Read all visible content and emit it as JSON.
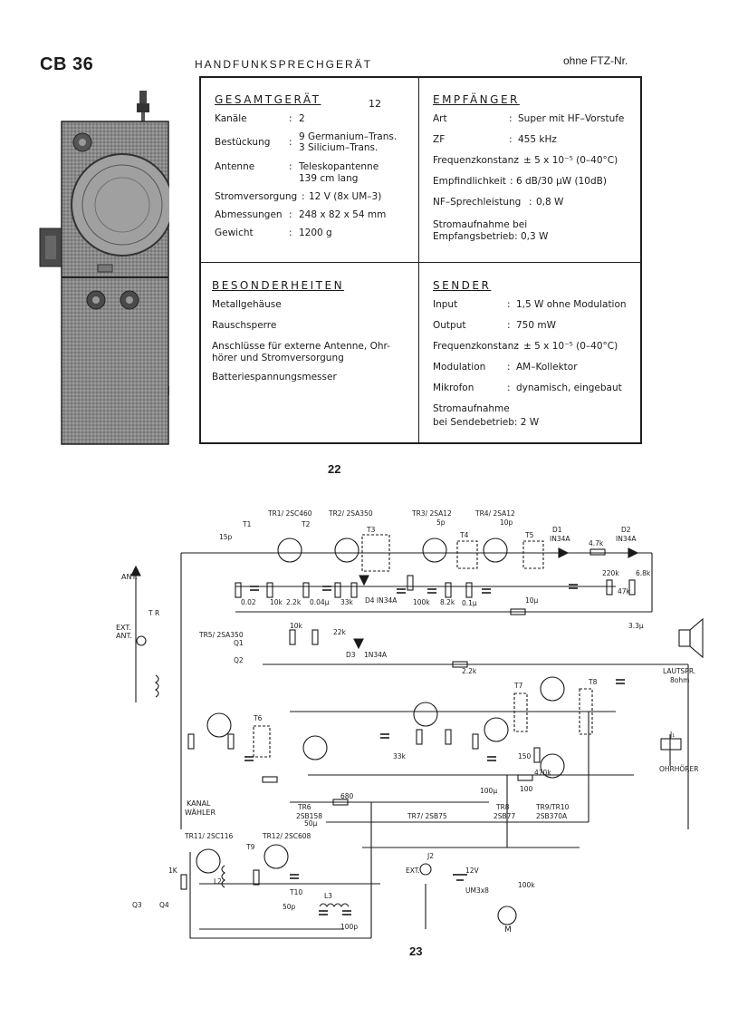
{
  "header": {
    "model": "CB 36",
    "title": "HANDFUNKSPRECHGERÄT",
    "ftz": "ohne FTZ-Nr."
  },
  "gesamtgeraet": {
    "title": "GESAMTGERÄT",
    "number": "12",
    "rows": [
      {
        "key": "Kanäle",
        "value": "2"
      },
      {
        "key": "Bestückung",
        "value": "9 Germanium–Trans.",
        "value2": "3 Silicium–Trans."
      },
      {
        "key": "Antenne",
        "value": "Teleskopantenne",
        "value2": "139 cm lang"
      },
      {
        "key": "Stromversorgung",
        "value": "12 V (8x UM–3)"
      },
      {
        "key": "Abmessungen",
        "value": "248 x 82 x 54 mm"
      },
      {
        "key": "Gewicht",
        "value": "1200 g"
      }
    ]
  },
  "empfaenger": {
    "title": "EMPFÄNGER",
    "rows": [
      {
        "key": "Art",
        "value": "Super mit HF–Vorstufe"
      },
      {
        "key": "ZF",
        "value": "455 kHz"
      },
      {
        "key": "Frequenzkonstanz",
        "value": "± 5 x 10⁻⁵ (0–40°C)"
      },
      {
        "key": "Empfindlichkeit",
        "value": "6 dB/30 μW (10dB)"
      },
      {
        "key": "NF–Sprechleistung",
        "value": "0,8 W"
      }
    ],
    "stromaufnahme_label": "Stromaufnahme bei",
    "stromaufnahme_label2": "Empfangsbetrieb",
    "stromaufnahme_value": "0,3 W"
  },
  "besonderheiten": {
    "title": "BESONDERHEITEN",
    "items": [
      "Metallgehäuse",
      "Rauschsperre",
      "Anschlüsse für externe Antenne, Ohr-",
      "hörer und Stromversorgung",
      "Batteriespannungsmesser"
    ]
  },
  "sender": {
    "title": "SENDER",
    "rows": [
      {
        "key": "Input",
        "value": "1,5 W ohne Modulation"
      },
      {
        "key": "Output",
        "value": "750 mW"
      },
      {
        "key": "Frequenzkonstanz",
        "value": "± 5 x 10⁻⁵ (0–40°C)"
      },
      {
        "key": "Modulation",
        "value": "AM–Kollektor"
      },
      {
        "key": "Mikrofon",
        "value": "dynamisch, eingebaut"
      }
    ],
    "stromaufnahme_label": "Stromaufnahme",
    "stromaufnahme_label2": "bei Sendebetrieb",
    "stromaufnahme_value": "2 W"
  },
  "pages": {
    "top": "22",
    "bottom": "23"
  },
  "schematic": {
    "transistors": [
      "TR1/ 2SC460",
      "TR2/ 2SA350",
      "TR3/ 2SA12",
      "TR4/ 2SA12",
      "TR5/ 2SA350",
      "TR6",
      "2SB158",
      "TR7/ 2SB75",
      "TR8",
      "2SB77",
      "TR9/TR10",
      "2SB370A",
      "TR11/ 2SC116",
      "TR12/ 2SC608"
    ],
    "transformers": [
      "T1",
      "T2",
      "T3",
      "T4",
      "T5",
      "T6",
      "T7",
      "T8",
      "T9",
      "T10"
    ],
    "diodes": [
      "D1",
      "IN34A",
      "D2",
      "IN34A",
      "D3",
      "1N34A",
      "D4 IN34A"
    ],
    "labels": {
      "ant": "ANT.",
      "ext_ant": "EXT.",
      "ext_ant2": "ANT.",
      "tr": "T R",
      "kanal": "KANAL",
      "waehler": "WÄHLER",
      "lautspr": "LAUTSPR.",
      "ohm": "8ohm",
      "ohrhoerer": "OHRHÖRER",
      "j1": "J₁",
      "j2": "J2",
      "ext": "EXT.",
      "battery": "12V",
      "battery2": "UM3x8",
      "pot": "100k",
      "meter": "M",
      "l2": "L2",
      "l3": "L3",
      "q1": "Q1",
      "q2": "Q2",
      "q3": "Q3",
      "q4": "Q4"
    },
    "components": [
      "15p",
      "5p",
      "10p",
      "4.7k",
      "0.1μ",
      "2.2k",
      "10μ",
      "0.02",
      "10k",
      "2.2k",
      "0.04μ",
      "33k",
      "10k",
      "22k",
      "100k",
      "8.2k",
      "220k",
      "47k",
      "6.8k",
      "3.3μ",
      "100μ",
      "680",
      "50μ",
      "150",
      "100",
      "470k",
      "33k",
      "50p",
      "100p",
      "1K"
    ]
  }
}
